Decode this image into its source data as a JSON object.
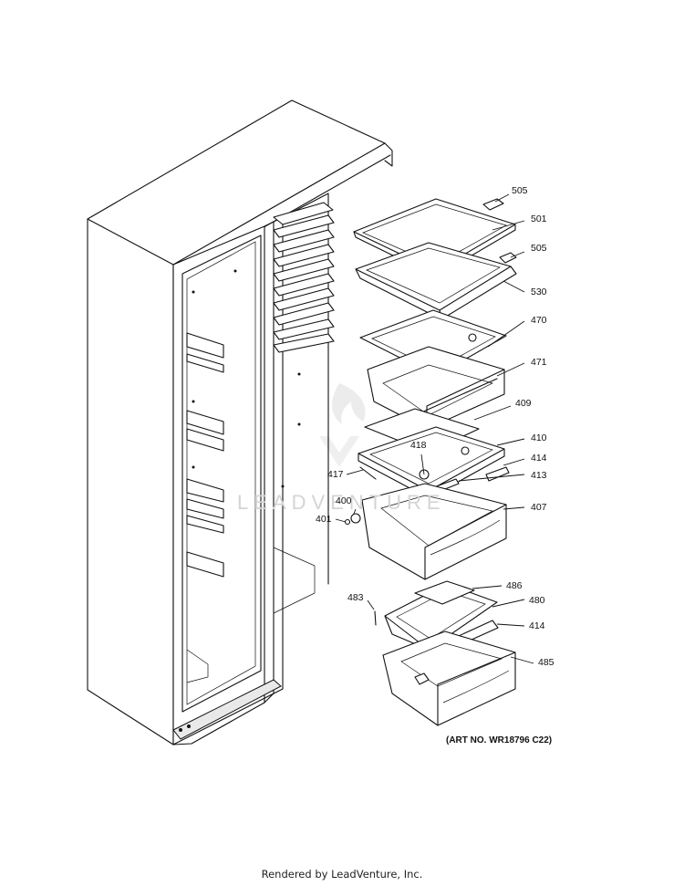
{
  "callouts": {
    "c505a": "505",
    "c501": "501",
    "c505b": "505",
    "c530": "530",
    "c470": "470",
    "c471": "471",
    "c409": "409",
    "c410": "410",
    "c418": "418",
    "c414a": "414",
    "c417": "417",
    "c413": "413",
    "c400": "400",
    "c407": "407",
    "c401": "401",
    "c486": "486",
    "c483": "483",
    "c480": "480",
    "c414b": "414",
    "c485": "485"
  },
  "art_number": "(ART NO. WR18796 C22)",
  "watermark": "LEADVENTURE",
  "footer": "Rendered by LeadVenture, Inc."
}
